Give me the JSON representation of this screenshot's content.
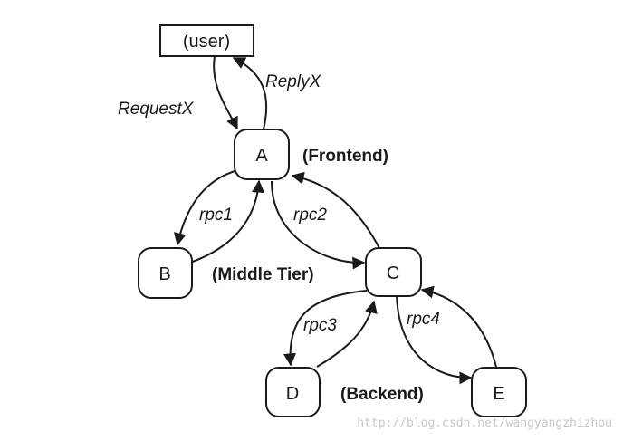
{
  "nodes": {
    "user": "(user)",
    "a": "A",
    "b": "B",
    "c": "C",
    "d": "D",
    "e": "E"
  },
  "edges": {
    "request": "RequestX",
    "reply": "ReplyX",
    "rpc1": "rpc1",
    "rpc2": "rpc2",
    "rpc3": "rpc3",
    "rpc4": "rpc4"
  },
  "tiers": {
    "frontend": "(Frontend)",
    "middle": "(Middle Tier)",
    "backend": "(Backend)"
  },
  "watermark": "http://blog.csdn.net/wangyangzhizhou",
  "colors": {
    "stroke": "#1a1a1a",
    "watermark": "#c8c8c8"
  }
}
